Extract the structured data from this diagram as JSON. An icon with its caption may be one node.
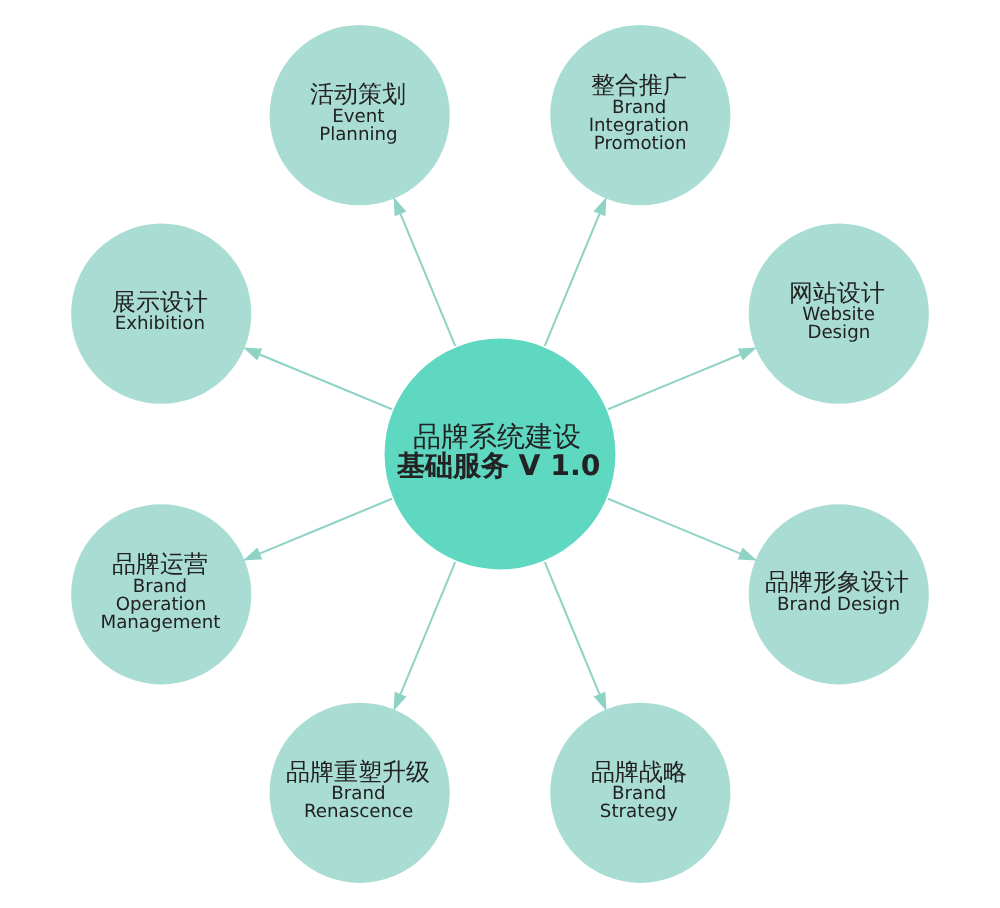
{
  "diagram": {
    "nodes": [
      {
        "text": [
          "品牌系统建设",
          "基础服务 V 1.0"
        ]
      },
      {
        "text": [
          "网站设计",
          "Website Design"
        ]
      },
      {
        "text": [
          "整合推广",
          "Brand Integration Promotion"
        ]
      },
      {
        "text": [
          "活动策划",
          "Event Planning"
        ]
      },
      {
        "text": [
          "展示设计",
          "Exhibition"
        ]
      },
      {
        "text": [
          "品牌运营",
          "Brand Operation Management"
        ]
      },
      {
        "text": [
          "品牌重塑升级",
          "Brand Renascence"
        ]
      },
      {
        "text": [
          "品牌战略",
          "Brand Strategy"
        ]
      },
      {
        "text": [
          "品牌形象设计",
          "Brand Design"
        ]
      }
    ],
    "edges": [
      {
        "from": 0,
        "to": 1,
        "arrow": "to"
      },
      {
        "from": 0,
        "to": 2,
        "arrow": "to"
      },
      {
        "from": 0,
        "to": 3,
        "arrow": "to"
      },
      {
        "from": 0,
        "to": 4,
        "arrow": "to"
      },
      {
        "from": 0,
        "to": 5,
        "arrow": "to"
      },
      {
        "from": 0,
        "to": 6,
        "arrow": "to"
      },
      {
        "from": 0,
        "to": 7,
        "arrow": "to"
      },
      {
        "from": 0,
        "to": 8,
        "arrow": "to"
      }
    ]
  }
}
